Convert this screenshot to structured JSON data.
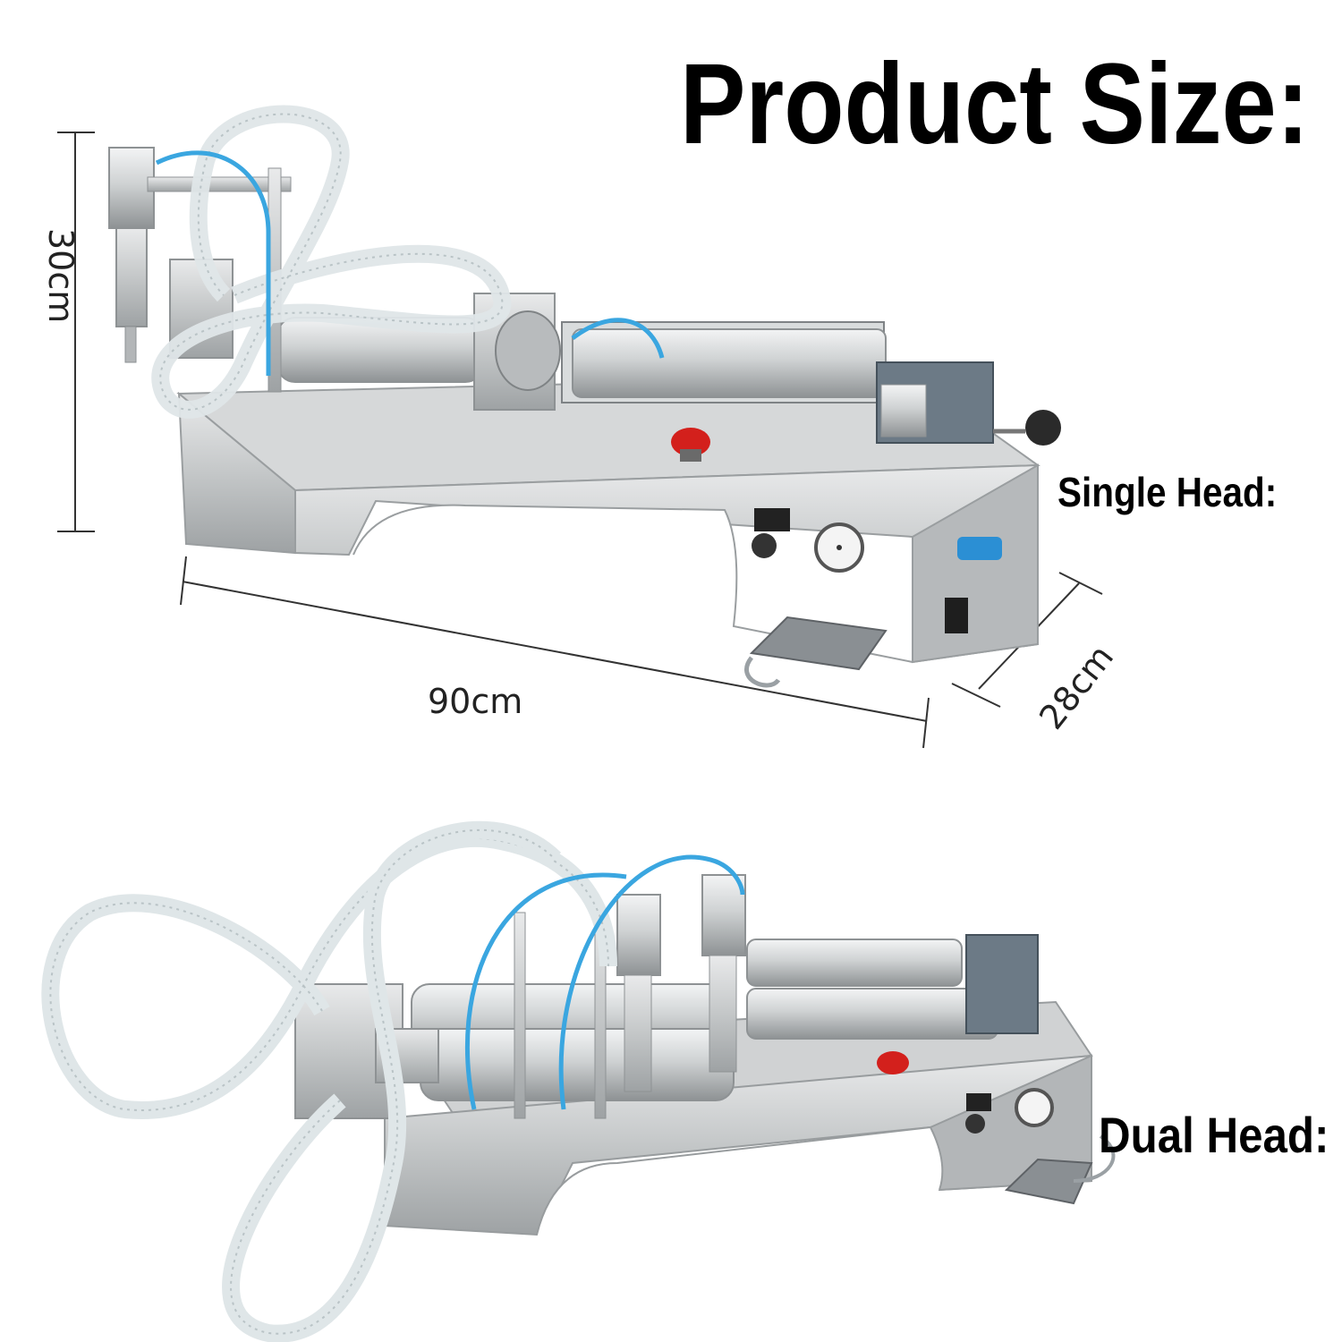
{
  "title": "Product Size:",
  "labels": {
    "single_head": "Single Head:",
    "dual_head": "Dual Head:"
  },
  "dimensions": {
    "height": "30cm",
    "width": "90cm",
    "depth": "28cm"
  },
  "colors": {
    "steel": "#c9cbcc",
    "steel_dark": "#8f9496",
    "hose": "#dfe6e8",
    "air_tube": "#3aa6e0",
    "emergency_button": "#d3201c",
    "pedal": "#8a8f93"
  }
}
